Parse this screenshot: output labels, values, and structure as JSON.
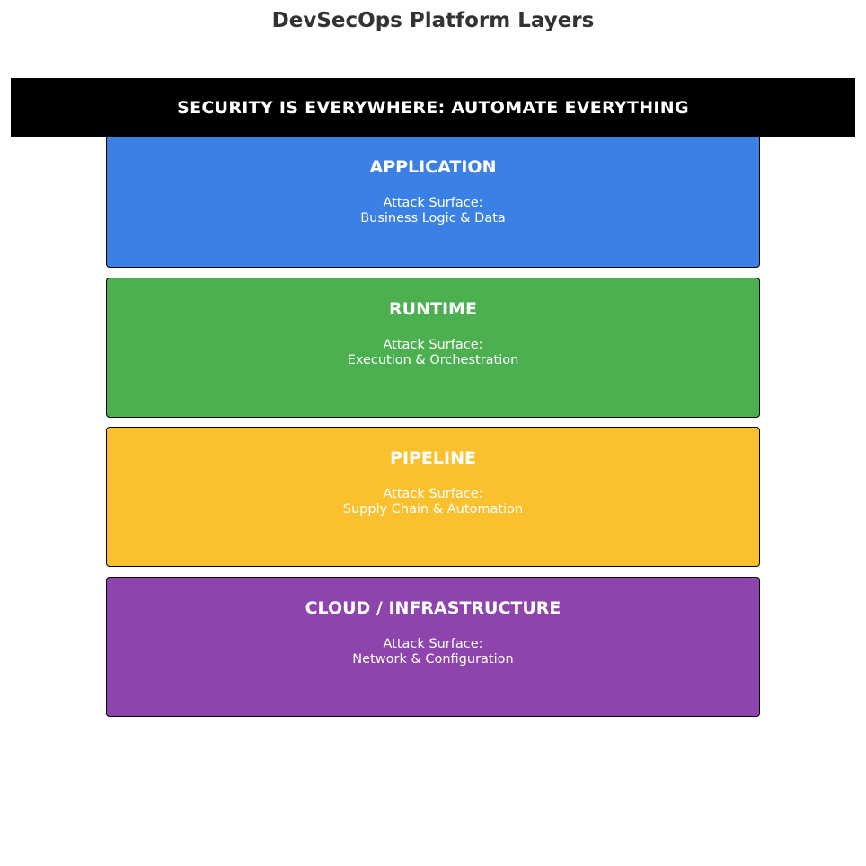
{
  "title": "DevSecOps Platform Layers",
  "banner": "SECURITY IS EVERYWHERE: AUTOMATE EVERYTHING",
  "layers": [
    {
      "name": "APPLICATION",
      "surface_label": "Attack Surface:",
      "surface": "Business Logic & Data",
      "color": "#3b80e4"
    },
    {
      "name": "RUNTIME",
      "surface_label": "Attack Surface:",
      "surface": "Execution & Orchestration",
      "color": "#4caf50"
    },
    {
      "name": "PIPELINE",
      "surface_label": "Attack Surface:",
      "surface": "Supply Chain & Automation",
      "color": "#fbc02d"
    },
    {
      "name": "CLOUD / INFRASTRUCTURE",
      "surface_label": "Attack Surface:",
      "surface": "Network & Configuration",
      "color": "#8e44ad"
    }
  ]
}
